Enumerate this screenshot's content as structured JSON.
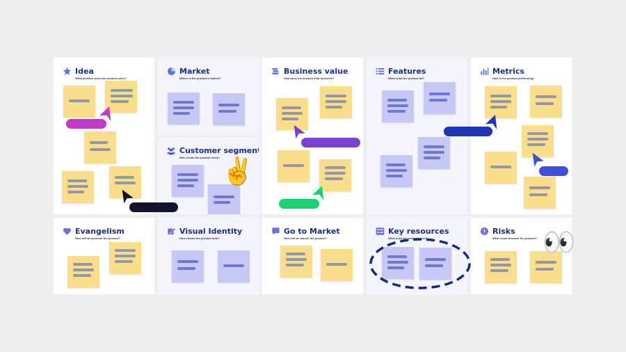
{
  "colors": {
    "heading": "#1e2c86",
    "sticky_yellow": "#fbde8c",
    "sticky_purple": "#c6c7f4",
    "stroke_magenta": "#c43ac8",
    "stroke_navy": "#12142e",
    "stroke_purple": "#7a3fd3",
    "stroke_green": "#18d26e",
    "stroke_blue": "#1d34b4",
    "stroke_indigo": "#3d50d6",
    "dashed_outline": "#142a7a"
  },
  "sections": {
    "idea": {
      "title": "Idea",
      "subtitle": "What problem does the product solve?",
      "icon": "star-icon"
    },
    "market": {
      "title": "Market",
      "subtitle": "Where is the product's market?",
      "icon": "pie-chart-icon"
    },
    "customer_segment": {
      "title": "Customer segment",
      "subtitle": "Who needs the product most?",
      "icon": "people-icon"
    },
    "business_value": {
      "title": "Business value",
      "subtitle": "How does the product help business?",
      "icon": "coins-icon"
    },
    "features": {
      "title": "Features",
      "subtitle": "What must the product do?",
      "icon": "list-icon"
    },
    "metrics": {
      "title": "Metrics",
      "subtitle": "How is the product performing?",
      "icon": "bar-chart-icon"
    },
    "evangelism": {
      "title": "Evangelism",
      "subtitle": "How will we promote the product?",
      "icon": "heart-icon"
    },
    "visual_identity": {
      "title": "Visual Identity",
      "subtitle": "How should the product look?",
      "icon": "pencil-icon"
    },
    "go_to_market": {
      "title": "Go to Market",
      "subtitle": "How will we launch the product?",
      "icon": "chat-bubble-icon"
    },
    "key_resources": {
      "title": "Key resources",
      "subtitle": "What does the product need?",
      "icon": "checklist-icon"
    },
    "risks": {
      "title": "Risks",
      "subtitle": "What could threaten the product?",
      "icon": "alert-icon"
    }
  },
  "emojis": {
    "victory": "✌️",
    "eyes": "👀"
  }
}
